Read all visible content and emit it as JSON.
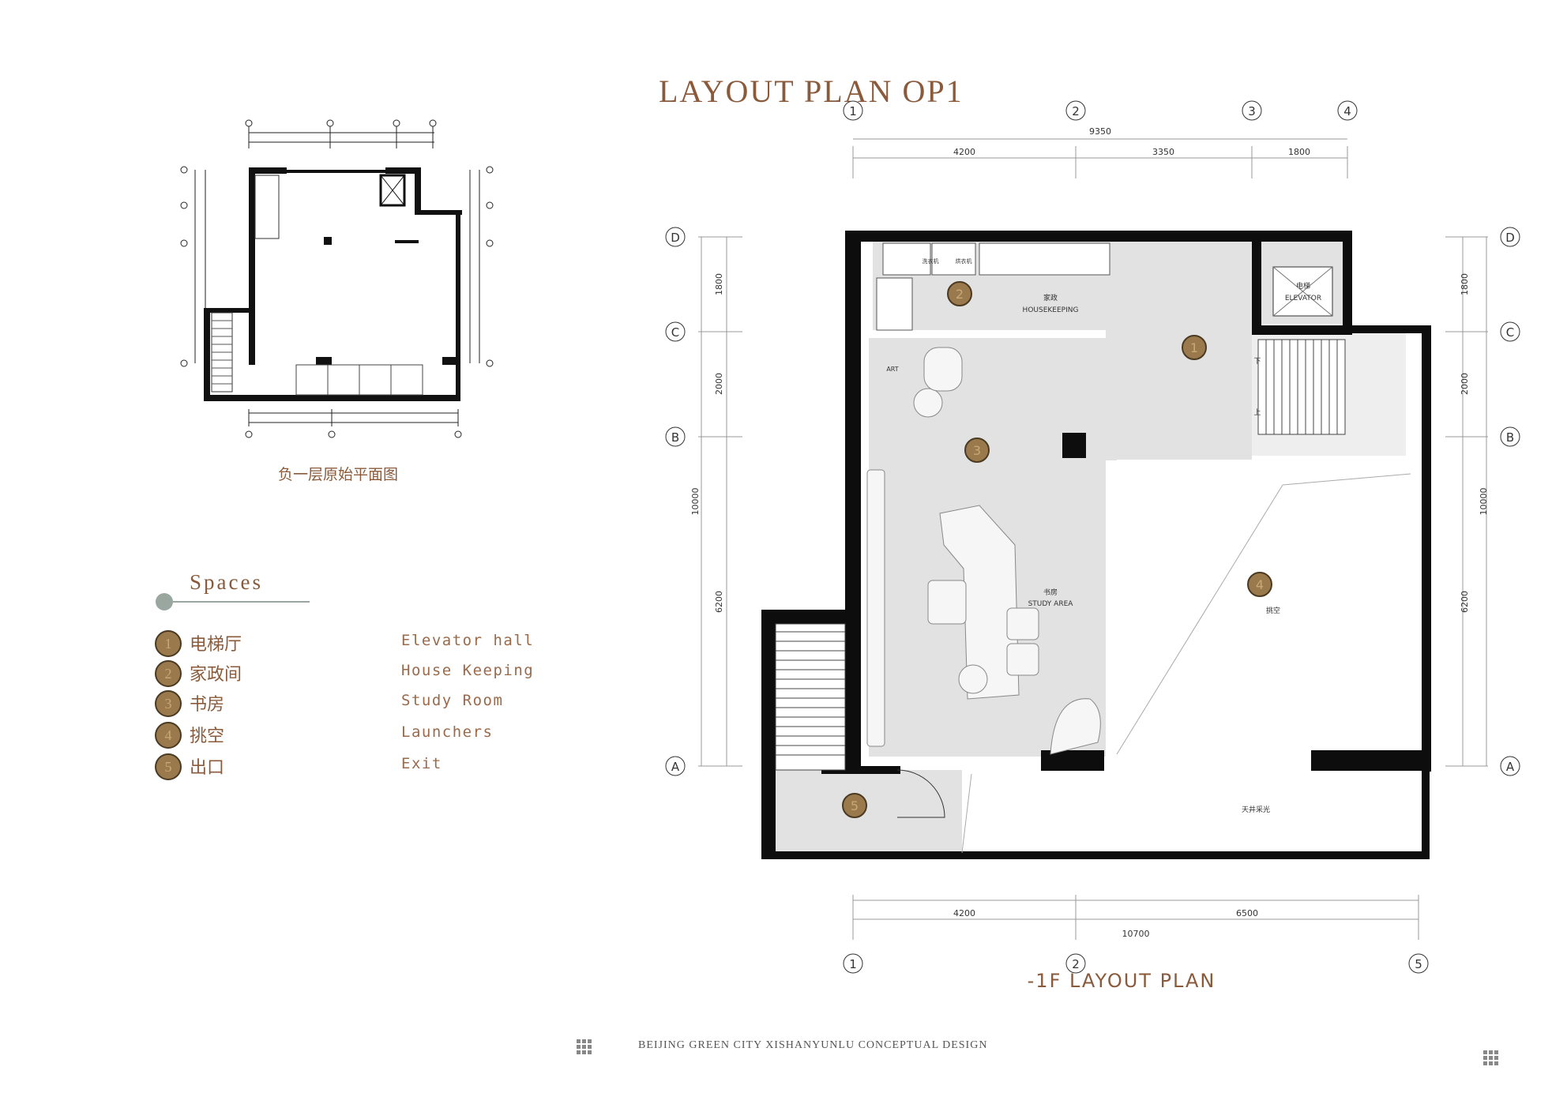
{
  "page": {
    "title": "LAYOUT PLAN OP1",
    "footer": "BEIJING GREEN CITY XISHANYUNLU CONCEPTUAL DESIGN"
  },
  "original_plan": {
    "caption": "负一层原始平面图"
  },
  "spaces": {
    "title": "Spaces",
    "items": [
      {
        "num": "1",
        "cn": "电梯厅",
        "en": "Elevator hall"
      },
      {
        "num": "2",
        "cn": "家政间",
        "en": "House Keeping"
      },
      {
        "num": "3",
        "cn": "书房",
        "en": "Study Room"
      },
      {
        "num": "4",
        "cn": "挑空",
        "en": "Launchers"
      },
      {
        "num": "5",
        "cn": "出口",
        "en": "Exit"
      }
    ]
  },
  "main_plan": {
    "caption": "-1F LAYOUT PLAN",
    "grid_top": [
      "1",
      "2",
      "3",
      "4"
    ],
    "grid_bottom": [
      "1",
      "2",
      "5"
    ],
    "grid_rows": [
      "D",
      "C",
      "B",
      "A"
    ],
    "dims_top_total": "9350",
    "dims_top": [
      "4200",
      "3350",
      "1800"
    ],
    "dims_bottom": [
      "4200",
      "6500"
    ],
    "dims_bottom_total": "10700",
    "dims_left": [
      "1800",
      "2000",
      "6200"
    ],
    "dims_left_total": "10000",
    "dims_right": [
      "1800",
      "2000",
      "6200"
    ],
    "dims_right_total": "10000",
    "labels": {
      "housekeeping_cn": "家政",
      "housekeeping_en": "HOUSEKEEPING",
      "elevator_cn": "电梯",
      "elevator_en": "ELEVATOR",
      "study_cn": "书房",
      "study_en": "STUDY AREA",
      "void_cn": "挑空",
      "skylight_cn": "天井采光",
      "washer": "洗衣机",
      "dryer": "烘衣机",
      "art": "ART",
      "stair_down": "下",
      "stair_up": "上"
    }
  },
  "colors": {
    "accent": "#8a5a3b",
    "wall": "#0d0d0d",
    "floor": "#e2e2e2",
    "marker": "#9a7a4c"
  }
}
